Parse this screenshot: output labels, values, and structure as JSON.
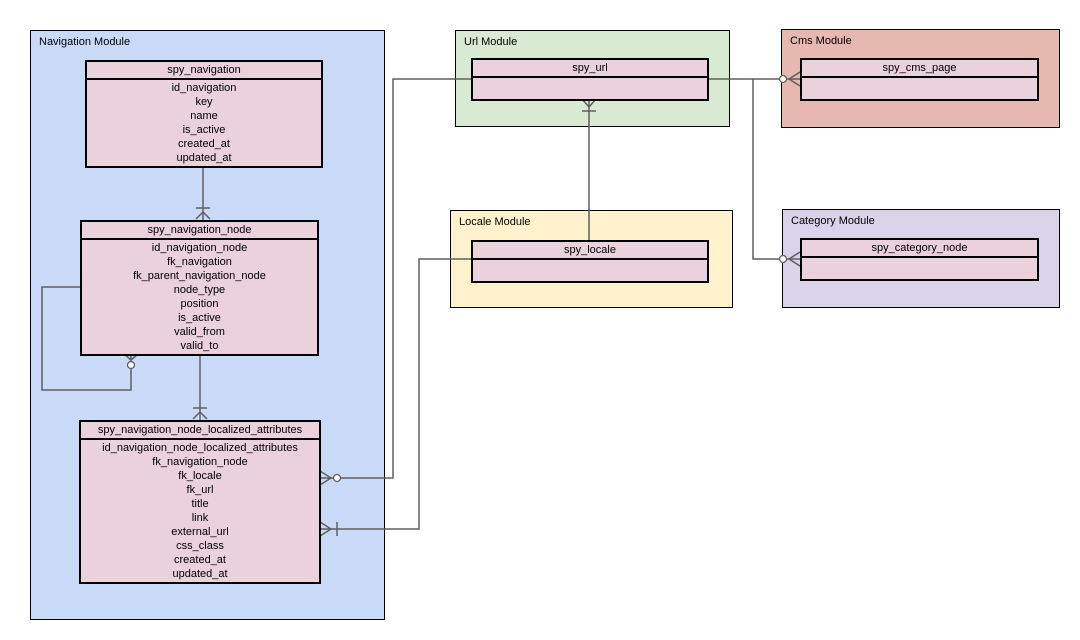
{
  "diagram": {
    "title": "Spryker navigation schema entity-relationship diagram",
    "colors": {
      "navigation_module_bg": "#c9daf8",
      "url_module_bg": "#d9ead3",
      "cms_module_bg": "#e6b8af",
      "locale_module_bg": "#fff2cc",
      "category_module_bg": "#d9d2e9",
      "table_bg": "#ead1dc",
      "wire": "#5f5f5f",
      "border": "#000000"
    },
    "modules": {
      "navigation": {
        "label": "Navigation Module"
      },
      "url": {
        "label": "Url Module"
      },
      "cms": {
        "label": "Cms Module"
      },
      "locale": {
        "label": "Locale Module"
      },
      "category": {
        "label": "Category Module"
      }
    },
    "tables": {
      "spy_navigation": {
        "name": "spy_navigation",
        "fields": [
          "id_navigation",
          "key",
          "name",
          "is_active",
          "created_at",
          "updated_at"
        ]
      },
      "spy_navigation_node": {
        "name": "spy_navigation_node",
        "fields": [
          "id_navigation_node",
          "fk_navigation",
          "fk_parent_navigation_node",
          "node_type",
          "position",
          "is_active",
          "valid_from",
          "valid_to"
        ]
      },
      "spy_navigation_node_localized_attributes": {
        "name": "spy_navigation_node_localized_attributes",
        "fields": [
          "id_navigation_node_localized_attributes",
          "fk_navigation_node",
          "fk_locale",
          "fk_url",
          "title",
          "link",
          "external_url",
          "css_class",
          "created_at",
          "updated_at"
        ]
      },
      "spy_url": {
        "name": "spy_url",
        "fields": []
      },
      "spy_locale": {
        "name": "spy_locale",
        "fields": []
      },
      "spy_cms_page": {
        "name": "spy_cms_page",
        "fields": []
      },
      "spy_category_node": {
        "name": "spy_category_node",
        "fields": []
      }
    },
    "relationships": [
      {
        "from": "spy_navigation",
        "to": "spy_navigation_node",
        "cardinality_at_to": "one-or-many"
      },
      {
        "from": "spy_navigation_node",
        "to": "spy_navigation_node",
        "cardinality_at_to": "zero-or-many",
        "note": "self-reference via fk_parent_navigation_node"
      },
      {
        "from": "spy_navigation_node",
        "to": "spy_navigation_node_localized_attributes",
        "cardinality_at_to": "one-or-many"
      },
      {
        "from": "spy_url",
        "to": "spy_navigation_node_localized_attributes",
        "cardinality_at_to": "zero-or-many",
        "note": "via fk_url"
      },
      {
        "from": "spy_locale",
        "to": "spy_navigation_node_localized_attributes",
        "cardinality_at_to": "one-or-many",
        "note": "via fk_locale"
      },
      {
        "from": "spy_url",
        "to": "spy_cms_page",
        "cardinality_at_to": "zero-or-many"
      },
      {
        "from": "spy_url",
        "to": "spy_category_node",
        "cardinality_at_to": "zero-or-many"
      },
      {
        "from": "spy_locale",
        "to": "spy_url",
        "cardinality_at_to": "one-or-many"
      }
    ]
  }
}
